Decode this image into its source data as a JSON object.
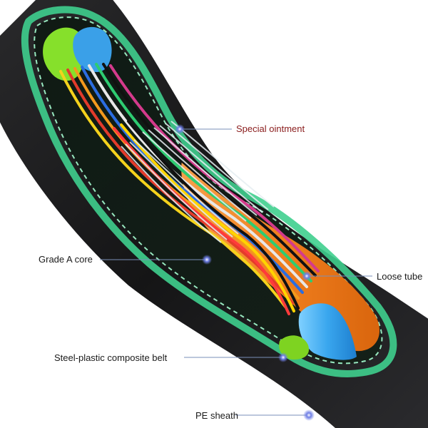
{
  "labels": {
    "special_ointment": "Special ointment",
    "grade_a_core": "Grade A core",
    "loose_tube": "Loose tube",
    "steel_plastic_belt": "Steel-plastic composite belt",
    "pe_sheath": "PE sheath"
  },
  "colors": {
    "sheath": "#1c1c1e",
    "belt": "#3fcf8e",
    "ointment_label": "#8a1c1c",
    "leader_line": "#7a8fb8",
    "tube_green": "#7ed321",
    "tube_blue": "#3aa0e8",
    "tube_orange": "#f0811f",
    "tube_sky": "#4fb3f0"
  }
}
